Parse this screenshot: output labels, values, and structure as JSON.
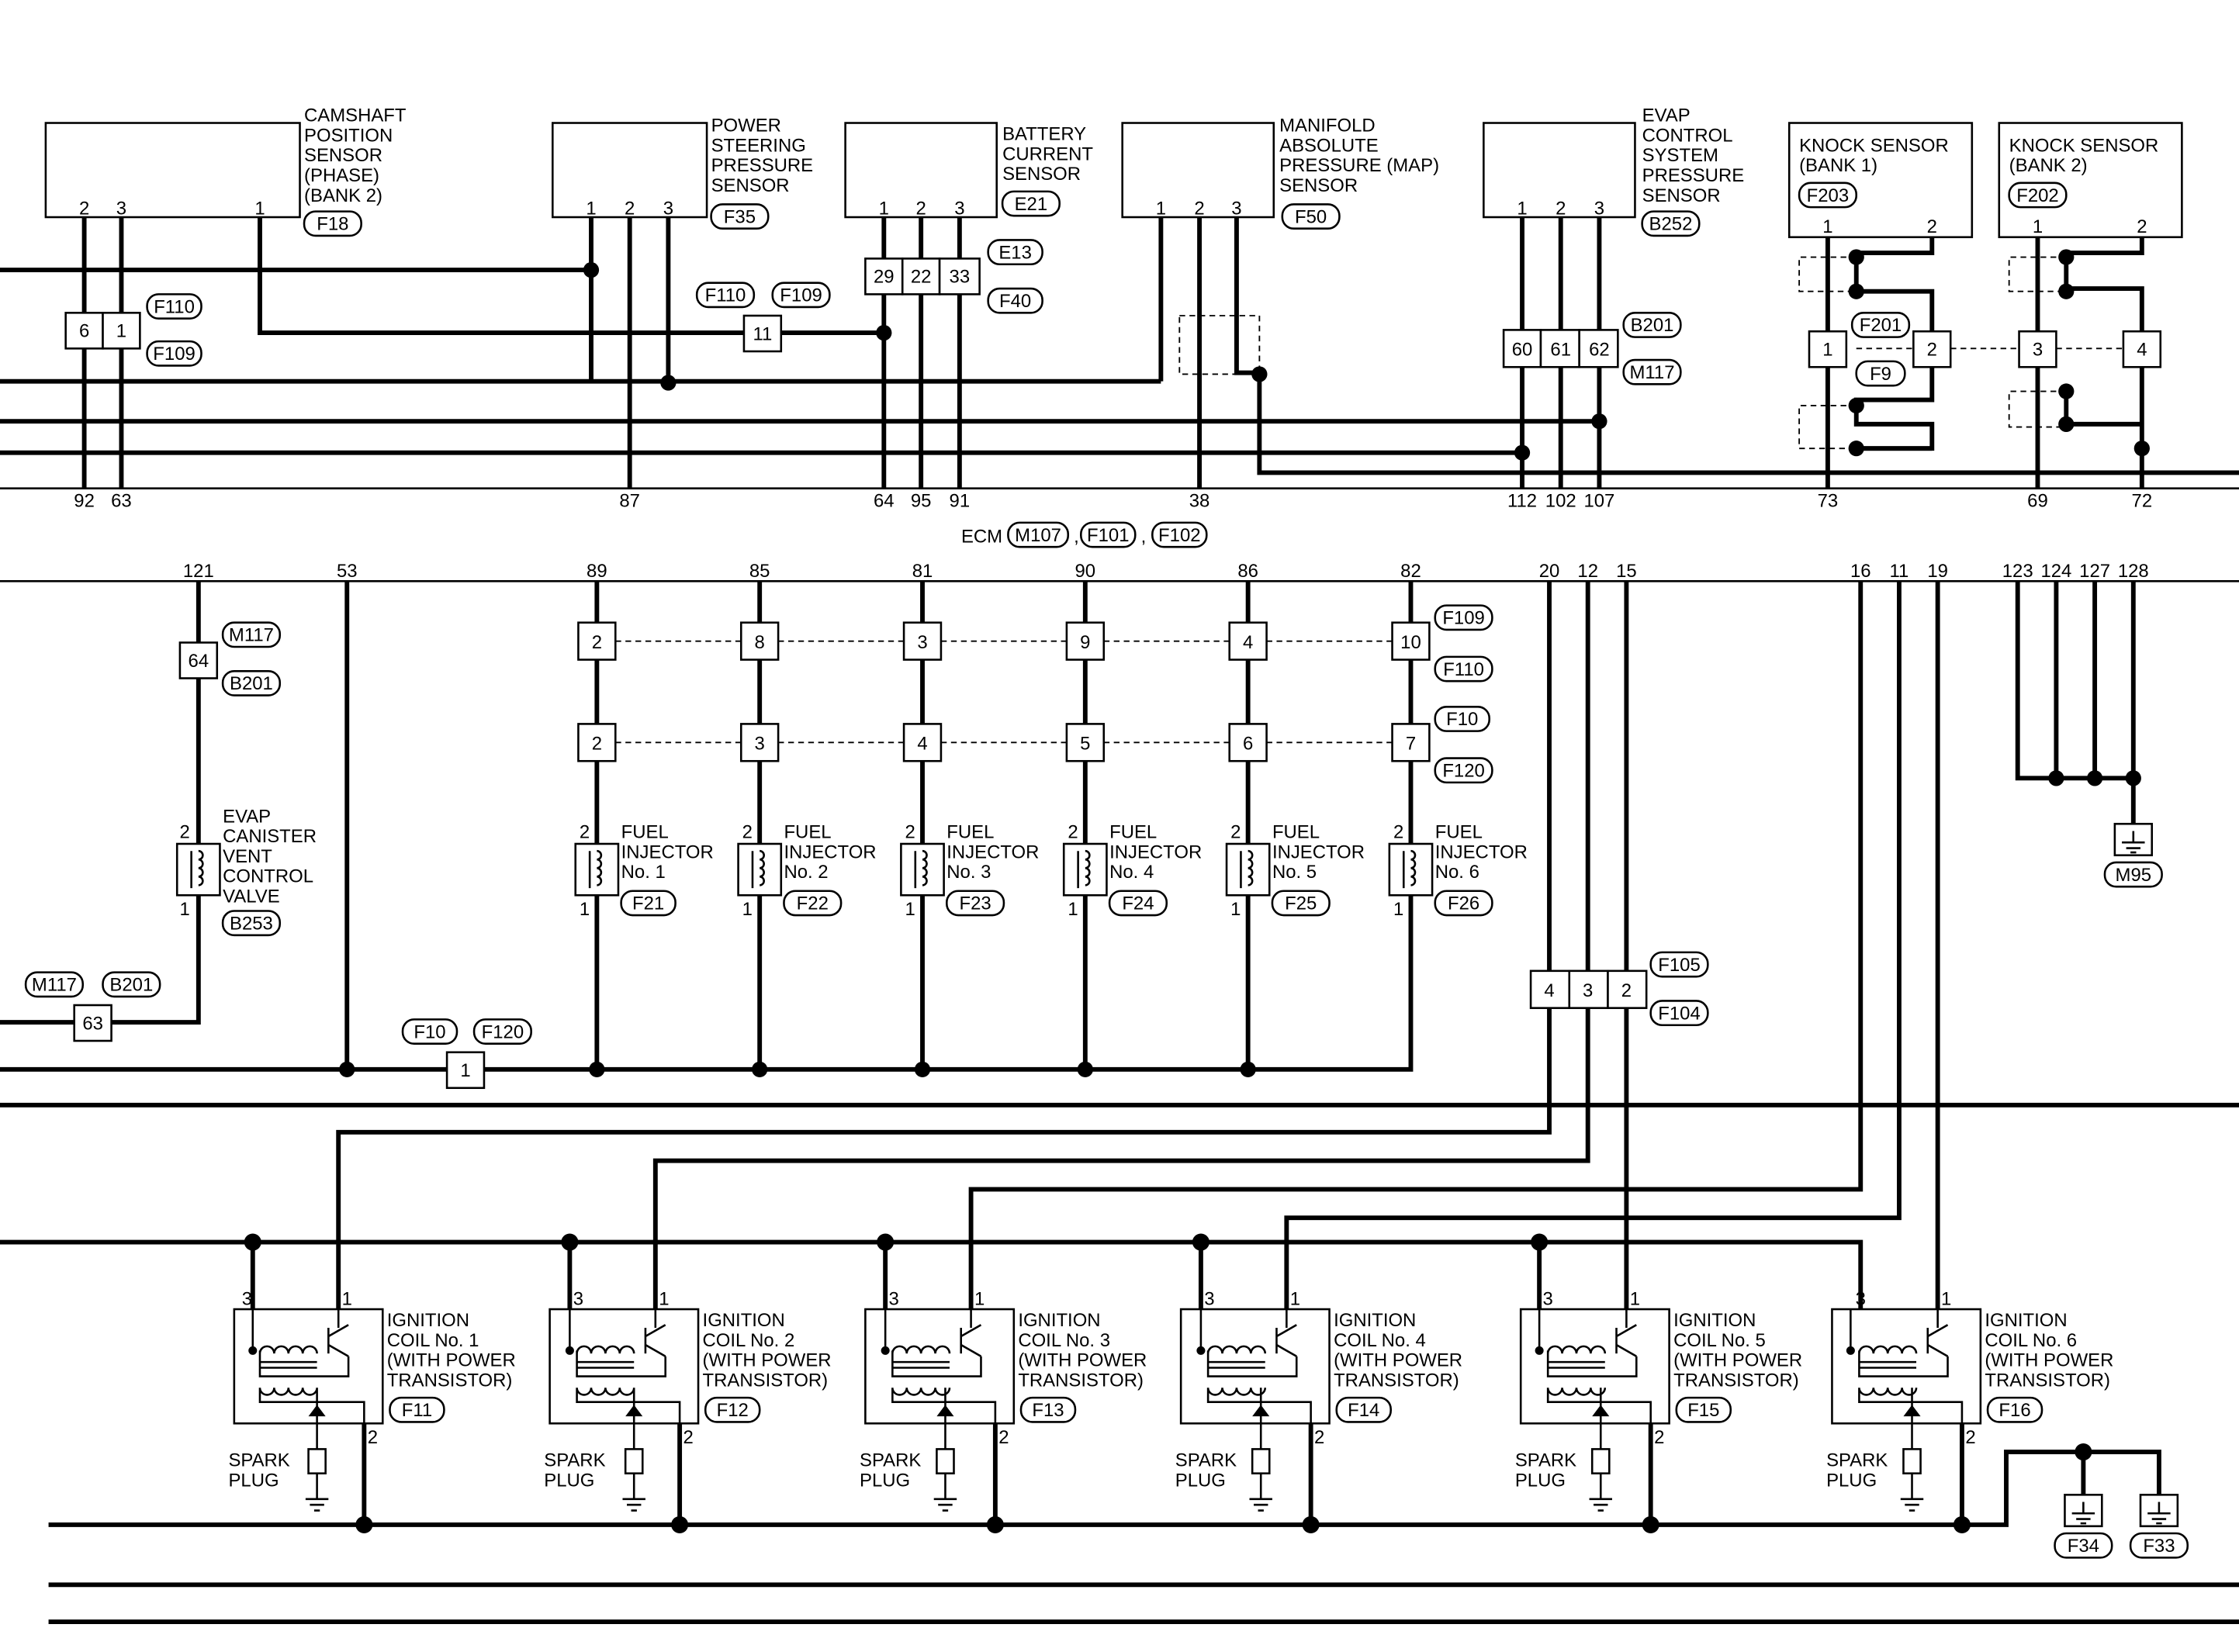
{
  "components": [
    {
      "id": "cmp",
      "l": [
        "CAMSHAFT",
        "POSITION",
        "SENSOR",
        "(PHASE)",
        "(BANK 2)"
      ],
      "conn": "F18",
      "pins": [
        "2",
        "3",
        "1"
      ]
    },
    {
      "id": "pss",
      "l": [
        "POWER",
        "STEERING",
        "PRESSURE",
        "SENSOR"
      ],
      "conn": "F35",
      "pins": [
        "1",
        "2",
        "3"
      ]
    },
    {
      "id": "bcs",
      "l": [
        "BATTERY",
        "CURRENT",
        "SENSOR"
      ],
      "conn": "E21",
      "pins": [
        "1",
        "2",
        "3"
      ]
    },
    {
      "id": "map",
      "l": [
        "MANIFOLD",
        "ABSOLUTE",
        "PRESSURE (MAP)",
        "SENSOR"
      ],
      "conn": "F50",
      "pins": [
        "1",
        "2",
        "3"
      ]
    },
    {
      "id": "evp",
      "l": [
        "EVAP",
        "CONTROL",
        "SYSTEM",
        "PRESSURE",
        "SENSOR"
      ],
      "conn": "B252",
      "pins": [
        "1",
        "2",
        "3"
      ]
    },
    {
      "id": "ks1",
      "l": [
        "KNOCK SENSOR",
        "(BANK 1)"
      ],
      "conn": "F203",
      "pins": [
        "1",
        "2"
      ]
    },
    {
      "id": "ks2",
      "l": [
        "KNOCK SENSOR",
        "(BANK 2)"
      ],
      "conn": "F202",
      "pins": [
        "1",
        "2"
      ]
    }
  ],
  "ecm": {
    "label": "ECM",
    "conns": [
      "M107",
      "F101",
      "F102"
    ],
    "top_terminals": [
      "92",
      "63",
      "87",
      "64",
      "95",
      "91",
      "38",
      "112",
      "102",
      "107",
      "73",
      "69",
      "72"
    ],
    "bottom_terminals": [
      "121",
      "53",
      "89",
      "85",
      "81",
      "90",
      "86",
      "82",
      "20",
      "12",
      "15",
      "16",
      "11",
      "19",
      "123",
      "124",
      "127",
      "128"
    ]
  },
  "joints": {
    "j1": [
      "6",
      "1"
    ],
    "j1c": [
      "F110",
      "F109"
    ],
    "j2": "11",
    "j2c": [
      "F110",
      "F109"
    ],
    "j3": [
      "29",
      "22",
      "33"
    ],
    "j3c": [
      "E13",
      "F40"
    ],
    "j4": [
      "60",
      "61",
      "62"
    ],
    "j4c": [
      "B201",
      "M117"
    ],
    "j5": [
      "1",
      "2",
      "3",
      "4"
    ],
    "j5c": [
      "F201",
      "F9"
    ],
    "j6": "64",
    "j6c": [
      "M117",
      "B201"
    ],
    "j7": "63",
    "j7c": [
      "M117",
      "B201"
    ],
    "j8": "1",
    "j8c": [
      "F10",
      "F120"
    ],
    "row1": [
      "2",
      "8",
      "3",
      "9",
      "4",
      "10"
    ],
    "row1c": [
      "F109",
      "F110"
    ],
    "row2": [
      "2",
      "3",
      "4",
      "5",
      "6",
      "7"
    ],
    "row2c": [
      "F10",
      "F120"
    ],
    "j9": [
      "4",
      "3",
      "2"
    ],
    "j9c": [
      "F105",
      "F104"
    ]
  },
  "evap_valve": {
    "l": [
      "EVAP",
      "CANISTER",
      "VENT",
      "CONTROL",
      "VALVE"
    ],
    "conn": "B253",
    "pins": [
      "2",
      "1"
    ]
  },
  "injectors": [
    {
      "l": [
        "FUEL",
        "INJECTOR",
        "No. 1"
      ],
      "conn": "F21"
    },
    {
      "l": [
        "FUEL",
        "INJECTOR",
        "No. 2"
      ],
      "conn": "F22"
    },
    {
      "l": [
        "FUEL",
        "INJECTOR",
        "No. 3"
      ],
      "conn": "F23"
    },
    {
      "l": [
        "FUEL",
        "INJECTOR",
        "No. 4"
      ],
      "conn": "F24"
    },
    {
      "l": [
        "FUEL",
        "INJECTOR",
        "No. 5"
      ],
      "conn": "F25"
    },
    {
      "l": [
        "FUEL",
        "INJECTOR",
        "No. 6"
      ],
      "conn": "F26"
    }
  ],
  "injector_pins": [
    "2",
    "1"
  ],
  "coils": [
    {
      "l": [
        "IGNITION",
        "COIL No. 1",
        "(WITH POWER",
        "TRANSISTOR)"
      ],
      "conn": "F11"
    },
    {
      "l": [
        "IGNITION",
        "COIL No. 2",
        "(WITH POWER",
        "TRANSISTOR)"
      ],
      "conn": "F12"
    },
    {
      "l": [
        "IGNITION",
        "COIL No. 3",
        "(WITH POWER",
        "TRANSISTOR)"
      ],
      "conn": "F13"
    },
    {
      "l": [
        "IGNITION",
        "COIL No. 4",
        "(WITH POWER",
        "TRANSISTOR)"
      ],
      "conn": "F14"
    },
    {
      "l": [
        "IGNITION",
        "COIL No. 5",
        "(WITH POWER",
        "TRANSISTOR)"
      ],
      "conn": "F15"
    },
    {
      "l": [
        "IGNITION",
        "COIL No. 6",
        "(WITH POWER",
        "TRANSISTOR)"
      ],
      "conn": "F16"
    }
  ],
  "coil_pins": [
    "3",
    "1",
    "2"
  ],
  "spark_plug": [
    "SPARK",
    "PLUG"
  ],
  "grounds": [
    "M95",
    "F34",
    "F33"
  ]
}
